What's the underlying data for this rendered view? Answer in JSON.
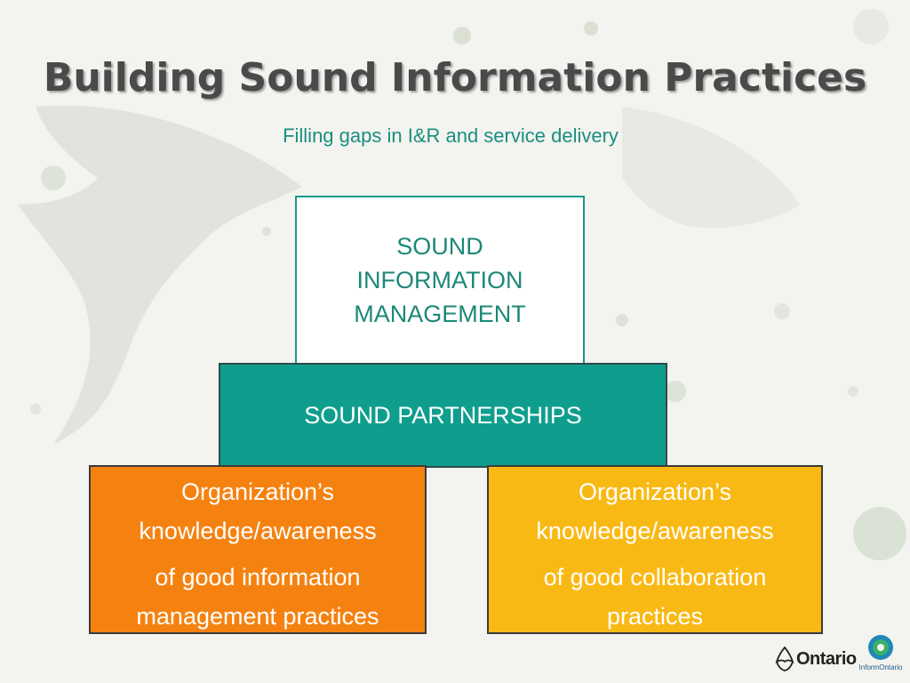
{
  "header": {
    "title": "Building Sound Information Practices",
    "subtitle": "Filling gaps in I&R and service delivery"
  },
  "diagram": {
    "top_box": {
      "lines": [
        "SOUND",
        "INFORMATION",
        "MANAGEMENT"
      ]
    },
    "middle_box": {
      "label": "SOUND PARTNERSHIPS"
    },
    "left_box": {
      "lines": [
        "Organization’s",
        "knowledge/awareness",
        "of good information",
        "management practices"
      ]
    },
    "right_box": {
      "lines": [
        "Organization’s",
        "knowledge/awareness",
        "of good collaboration",
        "practices"
      ]
    }
  },
  "logos": {
    "ontario": "Ontario",
    "inform": "InformOntario"
  },
  "colors": {
    "teal": "#0f9e8d",
    "orange": "#f58210",
    "gold": "#f9b914",
    "title_gray": "#4a4a4a"
  }
}
